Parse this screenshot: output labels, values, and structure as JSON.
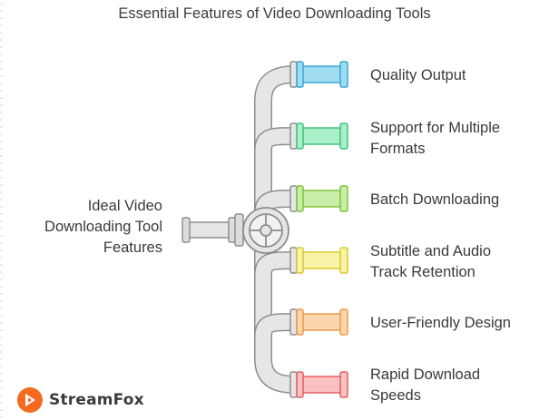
{
  "title": "Essential Features of Video Downloading Tools",
  "hub": {
    "label_lines": [
      "Ideal Video",
      "Downloading Tool",
      "Features"
    ]
  },
  "features": [
    {
      "lines": [
        "Quality Output"
      ],
      "color": "#9fdcf0",
      "stroke": "#3aa6d6"
    },
    {
      "lines": [
        "Support for Multiple",
        "Formats"
      ],
      "color": "#a9efc9",
      "stroke": "#40c47e"
    },
    {
      "lines": [
        "Batch Downloading"
      ],
      "color": "#c8eeaa",
      "stroke": "#7ec43c"
    },
    {
      "lines": [
        "Subtitle and Audio",
        "Track Retention"
      ],
      "color": "#f8f3a6",
      "stroke": "#d8cb2c"
    },
    {
      "lines": [
        "User-Friendly Design"
      ],
      "color": "#fbd5ae",
      "stroke": "#ee9c48"
    },
    {
      "lines": [
        "Rapid Download",
        "Speeds"
      ],
      "color": "#f9c1c1",
      "stroke": "#e55f5f"
    }
  ],
  "brand": {
    "name": "StreamFox",
    "logo_color": "#f26b21"
  }
}
